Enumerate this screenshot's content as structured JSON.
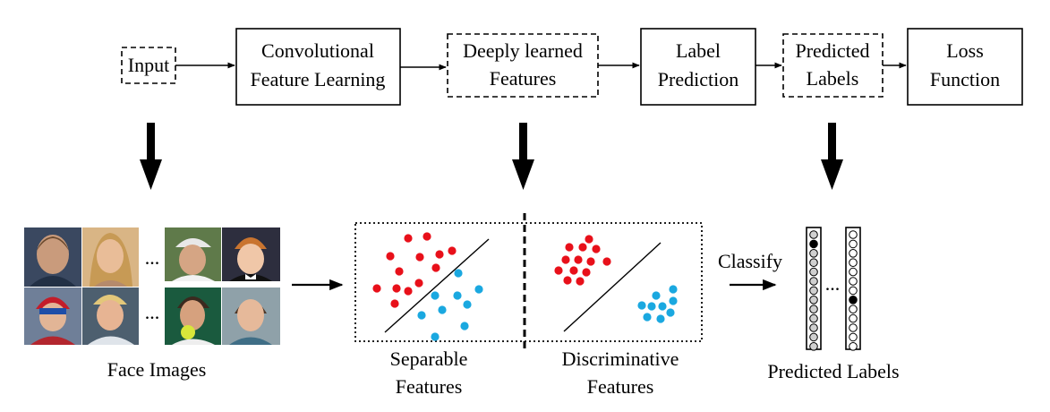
{
  "pipeline": {
    "input": "Input",
    "conv_line1": "Convolutional",
    "conv_line2": "Feature Learning",
    "deep_line1": "Deeply learned",
    "deep_line2": "Features",
    "label_line1": "Label",
    "label_line2": "Prediction",
    "pred_line1": "Predicted",
    "pred_line2": "Labels",
    "loss_line1": "Loss",
    "loss_line2": "Function"
  },
  "faces": {
    "caption": "Face Images",
    "ellipsis": "..."
  },
  "features": {
    "separable_line1": "Separable",
    "separable_line2": "Features",
    "discriminative_line1": "Discriminative",
    "discriminative_line2": "Features"
  },
  "classify": {
    "label": "Classify",
    "ellipsis": "...",
    "caption": "Predicted Labels"
  },
  "colors": {
    "red_class": "#e8101a",
    "blue_class": "#1aa8e0",
    "cell_fill": "#d0d0d0",
    "active_cell": "#000000"
  },
  "icons": [
    "arrow-right-icon",
    "thick-arrow-down-icon",
    "face-photo"
  ]
}
